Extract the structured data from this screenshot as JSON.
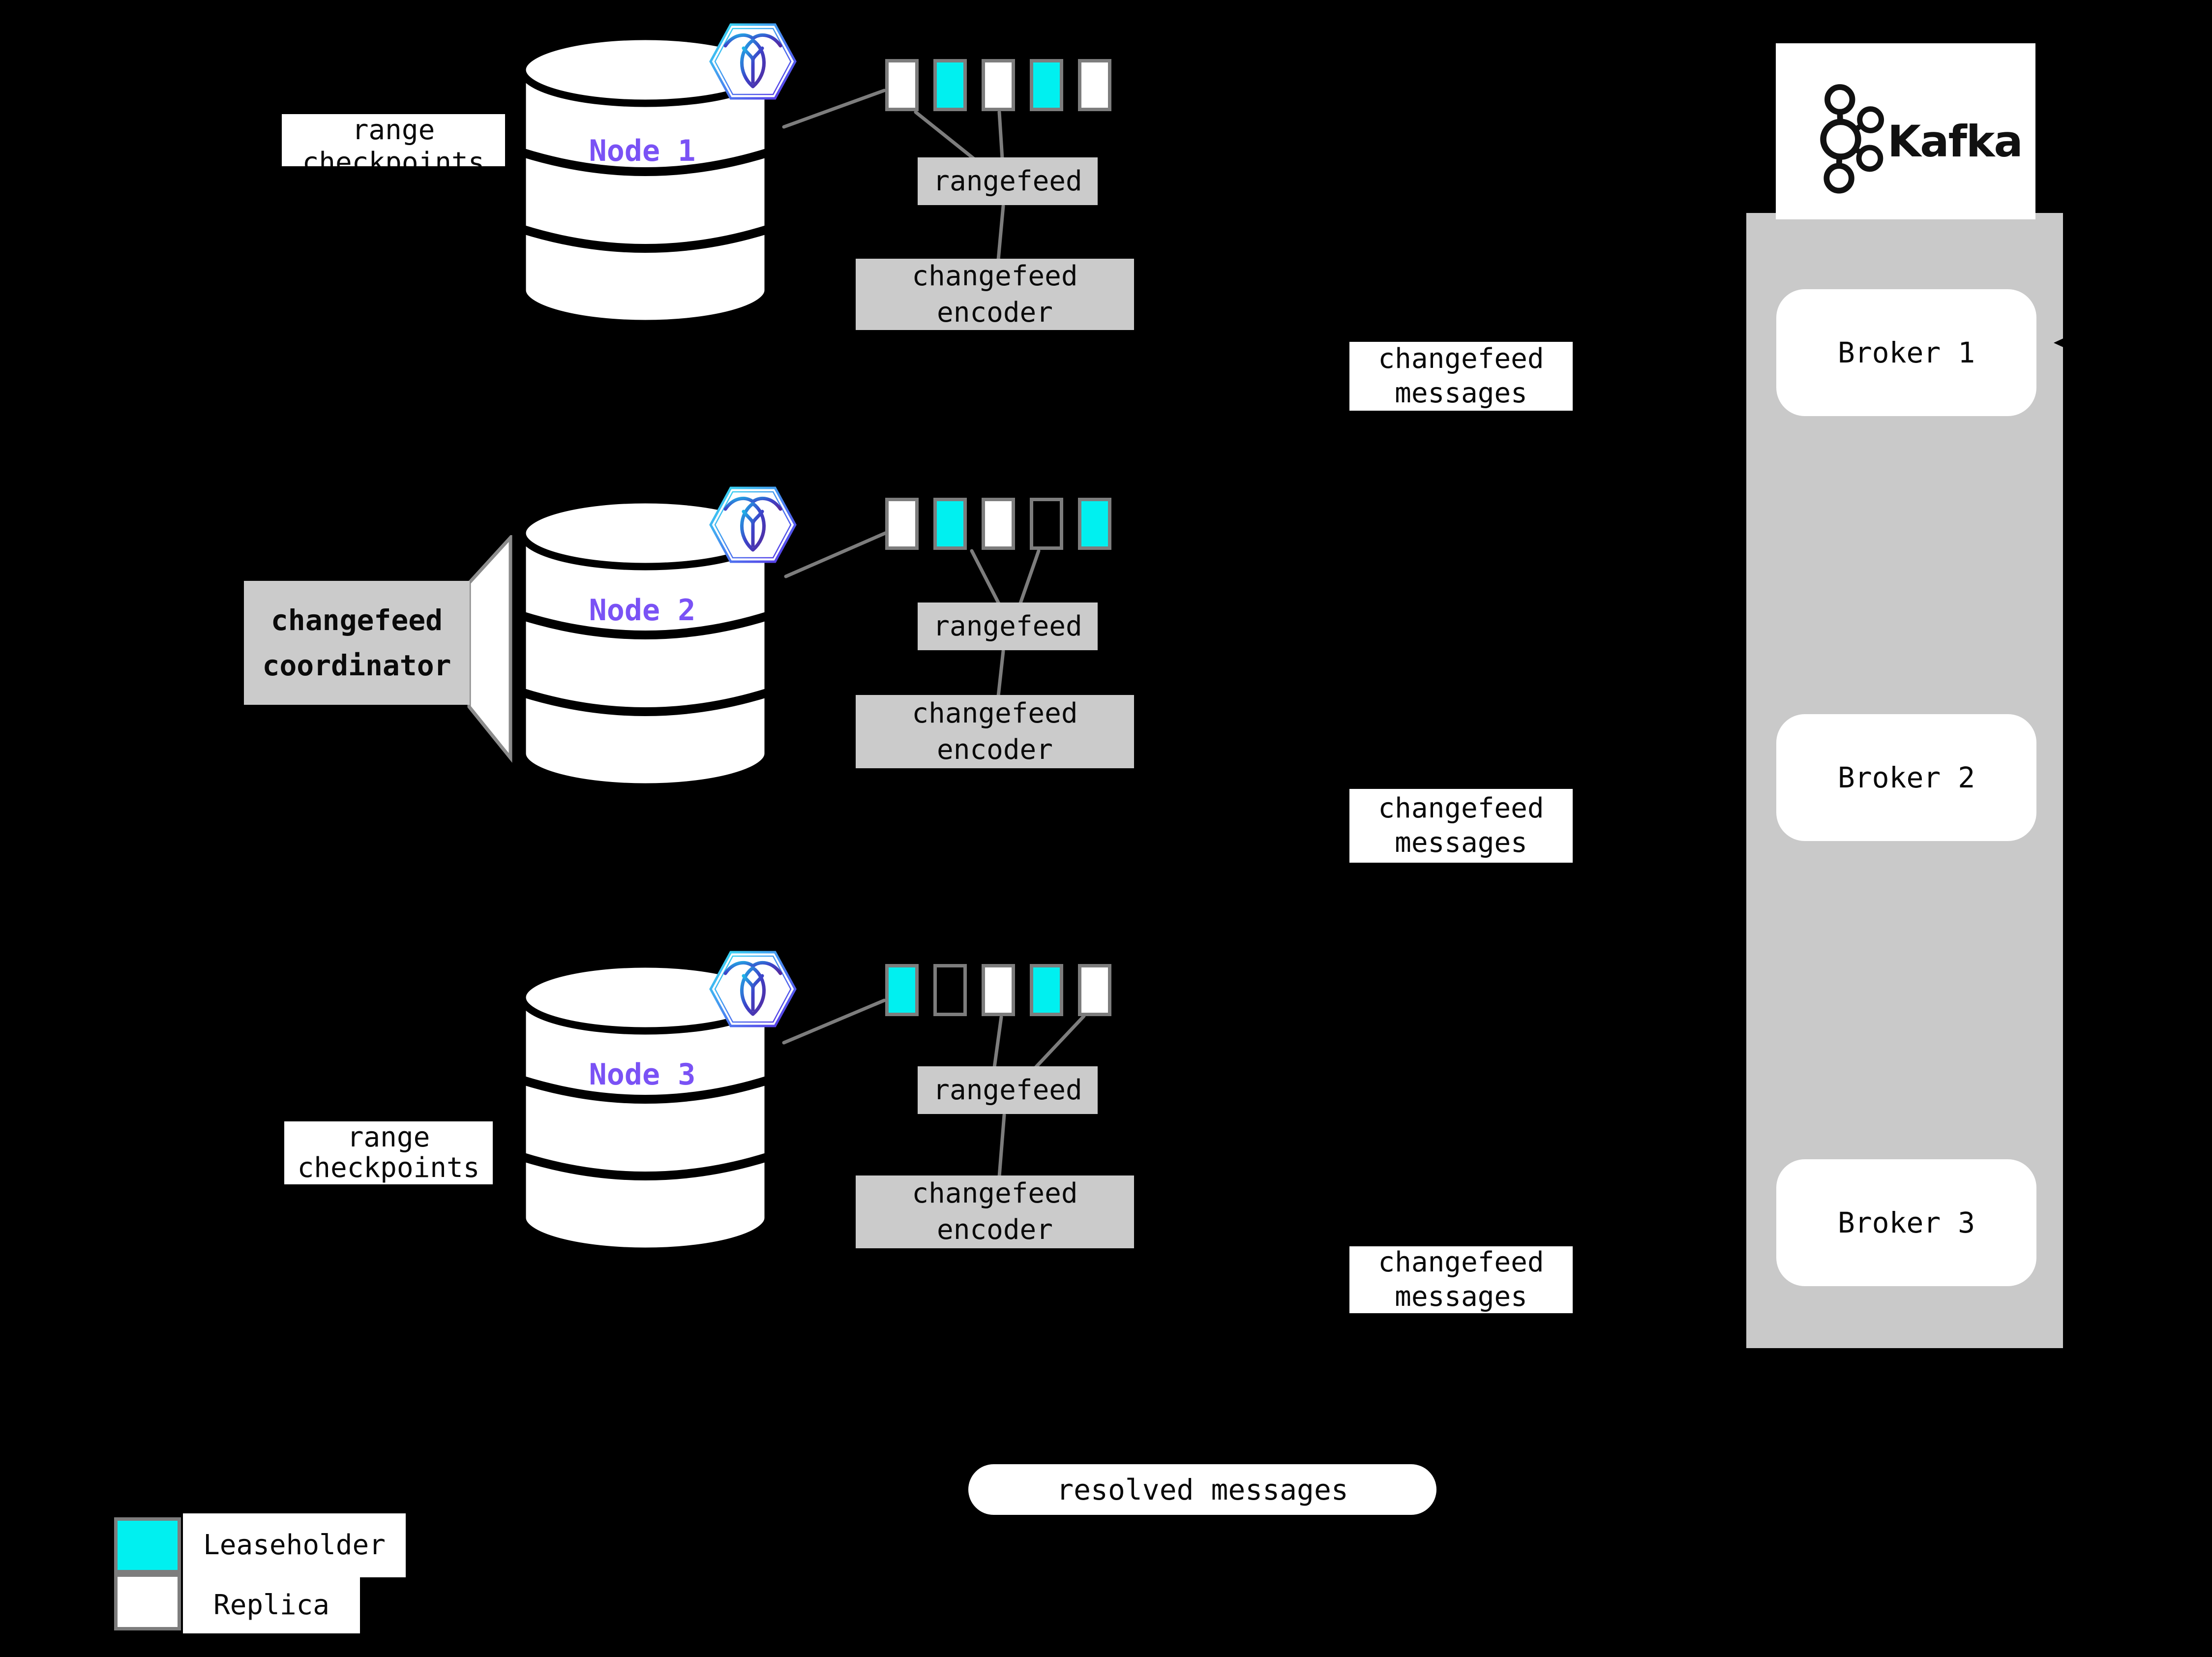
{
  "nodes": [
    {
      "label": "Node 1",
      "replicas": [
        "replica",
        "leaseholder",
        "replica",
        "leaseholder",
        "replica"
      ],
      "rangefeed_label": "rangefeed",
      "encoder": {
        "line1": "changefeed",
        "line2": "encoder"
      },
      "messages": {
        "line1": "changefeed",
        "line2": "messages"
      }
    },
    {
      "label": "Node 2",
      "replicas": [
        "replica",
        "leaseholder",
        "replica",
        "none",
        "leaseholder"
      ],
      "rangefeed_label": "rangefeed",
      "encoder": {
        "line1": "changefeed",
        "line2": "encoder"
      },
      "messages": {
        "line1": "changefeed",
        "line2": "messages"
      },
      "coordinator": {
        "line1": "changefeed",
        "line2": "coordinator"
      }
    },
    {
      "label": "Node 3",
      "replicas": [
        "leaseholder",
        "none",
        "replica",
        "leaseholder",
        "replica"
      ],
      "rangefeed_label": "rangefeed",
      "encoder": {
        "line1": "changefeed",
        "line2": "encoder"
      },
      "messages": {
        "line1": "changefeed",
        "line2": "messages"
      }
    }
  ],
  "annotations": {
    "range_checkpoints_top": {
      "line1": "range",
      "line2": "checkpoints"
    },
    "range_checkpoints_bottom": {
      "line1": "range",
      "line2": "checkpoints"
    },
    "resolved_messages": "resolved messages"
  },
  "kafka": {
    "wordmark": "Kafka",
    "brokers": [
      "Broker 1",
      "Broker 2",
      "Broker 3"
    ]
  },
  "legend": {
    "items": [
      {
        "kind": "leaseholder",
        "label": "Leaseholder"
      },
      {
        "kind": "replica",
        "label": "Replica"
      }
    ]
  },
  "colors": {
    "background": "#000000",
    "leaseholder": "#00f0f0",
    "replica": "#ffffff",
    "node_label": "#7a52f5",
    "process_box": "#cbcbcb",
    "kafka_panel": "#c9c9c9",
    "connector_gray": "#7d7d7d"
  }
}
